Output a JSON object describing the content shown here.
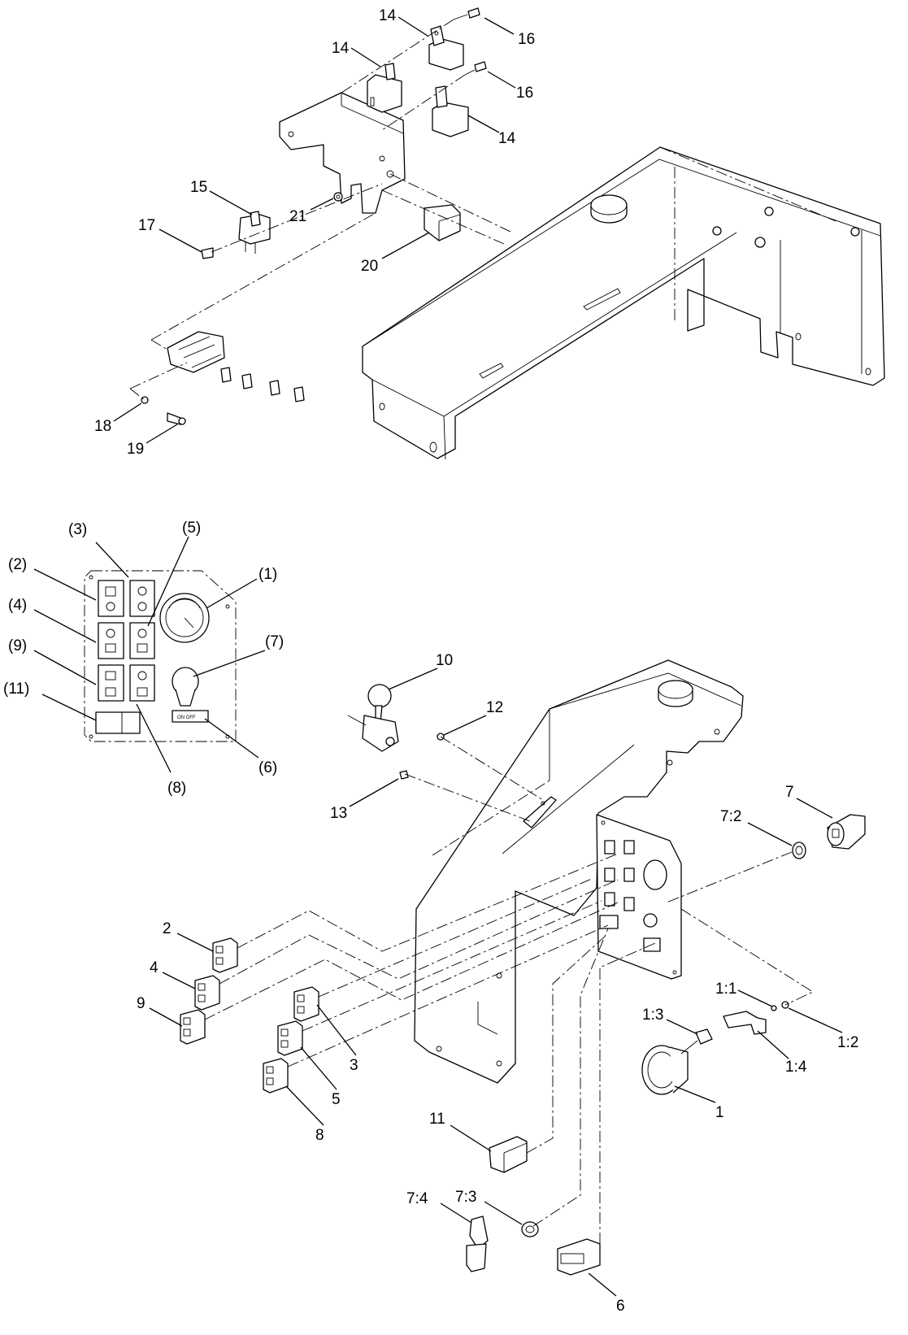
{
  "diagram": {
    "callouts": {
      "c14a": "14",
      "c14b": "14",
      "c14c": "14",
      "c16a": "16",
      "c16b": "16",
      "c15": "15",
      "c17": "17",
      "c21": "21",
      "c20": "20",
      "c18": "18",
      "c19": "19",
      "p3": "(3)",
      "p5": "(5)",
      "p2": "(2)",
      "p1": "(1)",
      "p4": "(4)",
      "p9": "(9)",
      "p7": "(7)",
      "p11": "(11)",
      "p6": "(6)",
      "p8": "(8)",
      "c10": "10",
      "c12": "12",
      "c13": "13",
      "c7": "7",
      "c7_2": "7:2",
      "c2": "2",
      "c4": "4",
      "c9": "9",
      "c3": "3",
      "c5": "5",
      "c8": "8",
      "c1_1": "1:1",
      "c1_2": "1:2",
      "c1_3": "1:3",
      "c1_4": "1:4",
      "c1": "1",
      "c11": "11",
      "c7_3": "7:3",
      "c7_4": "7:4",
      "c6": "6"
    }
  }
}
